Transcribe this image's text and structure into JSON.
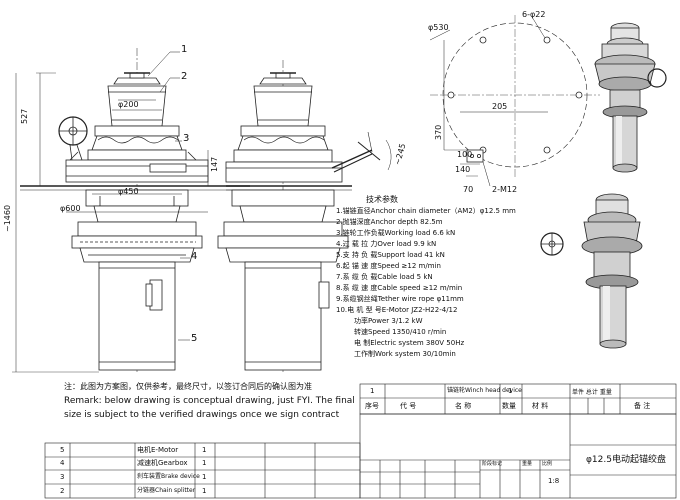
{
  "dims": {
    "d530": "φ530",
    "d622": "6-φ22",
    "d200": "φ200",
    "d450": "φ450",
    "d600": "φ600",
    "h527": "527",
    "h147": "147",
    "h1460": "~1460",
    "w205": "205",
    "h370": "370",
    "d100": "100",
    "d140": "140",
    "d70": "70",
    "m12": "2-M12",
    "d245": "~245"
  },
  "balloons": [
    "1",
    "2",
    "3",
    "4",
    "5"
  ],
  "spec": {
    "title": "技术参数",
    "lines": [
      "1.锚链直径Anchor chain diameter（AM2）φ12.5 mm",
      "2.抛锚深度Anchor depth        82.5m",
      "3.链轮工作负载Working load      6.6  kN",
      "4.过 载 拉 力Over load          9.9  kN",
      "5.支 持 负 载Support load        41 kN",
      "6.起 锚 速 度Speed              ≥12 m/min",
      "7.系 缆 负 载Cable load           5  kN",
      "8.系 缆 速 度Cable speed         ≥12 m/min",
      "9.系缆钢丝绳Tether wire rope      φ11mm",
      "10.电 机 型 号E-Motor      JZ2-H22-4/12",
      "功率Power   3/1.2 kW",
      "转速Speed   1350/410 r/min",
      "电 制Electric system   380V  50Hz",
      "工作制Work system   30/10min"
    ]
  },
  "note": {
    "zh": "注：此图为方案图，仅供参考，最终尺寸，以签订合同后的确认图为准",
    "en1": "Remark: below drawing is conceptual drawing, just FYI. The final",
    "en2": "size is subject to the verified drawings once we sign contract"
  },
  "parts_table": {
    "top_row": {
      "no": "1",
      "name": "锚链轮Winch head device",
      "qty": "1"
    },
    "header": [
      "序号",
      "代  号",
      "名   称",
      "数量",
      "材  料",
      "单件 总计 重量",
      "备  注"
    ],
    "rows": [
      {
        "no": "5",
        "name": "电机E-Motor",
        "qty": "1"
      },
      {
        "no": "4",
        "name": "减速机Gearbox",
        "qty": "1"
      },
      {
        "no": "3",
        "name": "刹车装置Brake device",
        "qty": "1"
      },
      {
        "no": "2",
        "name": "分链器Chain splitter",
        "qty": "1"
      }
    ]
  },
  "title_block": {
    "drawing_title": "φ12.5电动起锚绞盘",
    "scale_label": "阶段标记",
    "weight_label": "重量",
    "ratio_label": "比例",
    "ratio": "1:8"
  }
}
